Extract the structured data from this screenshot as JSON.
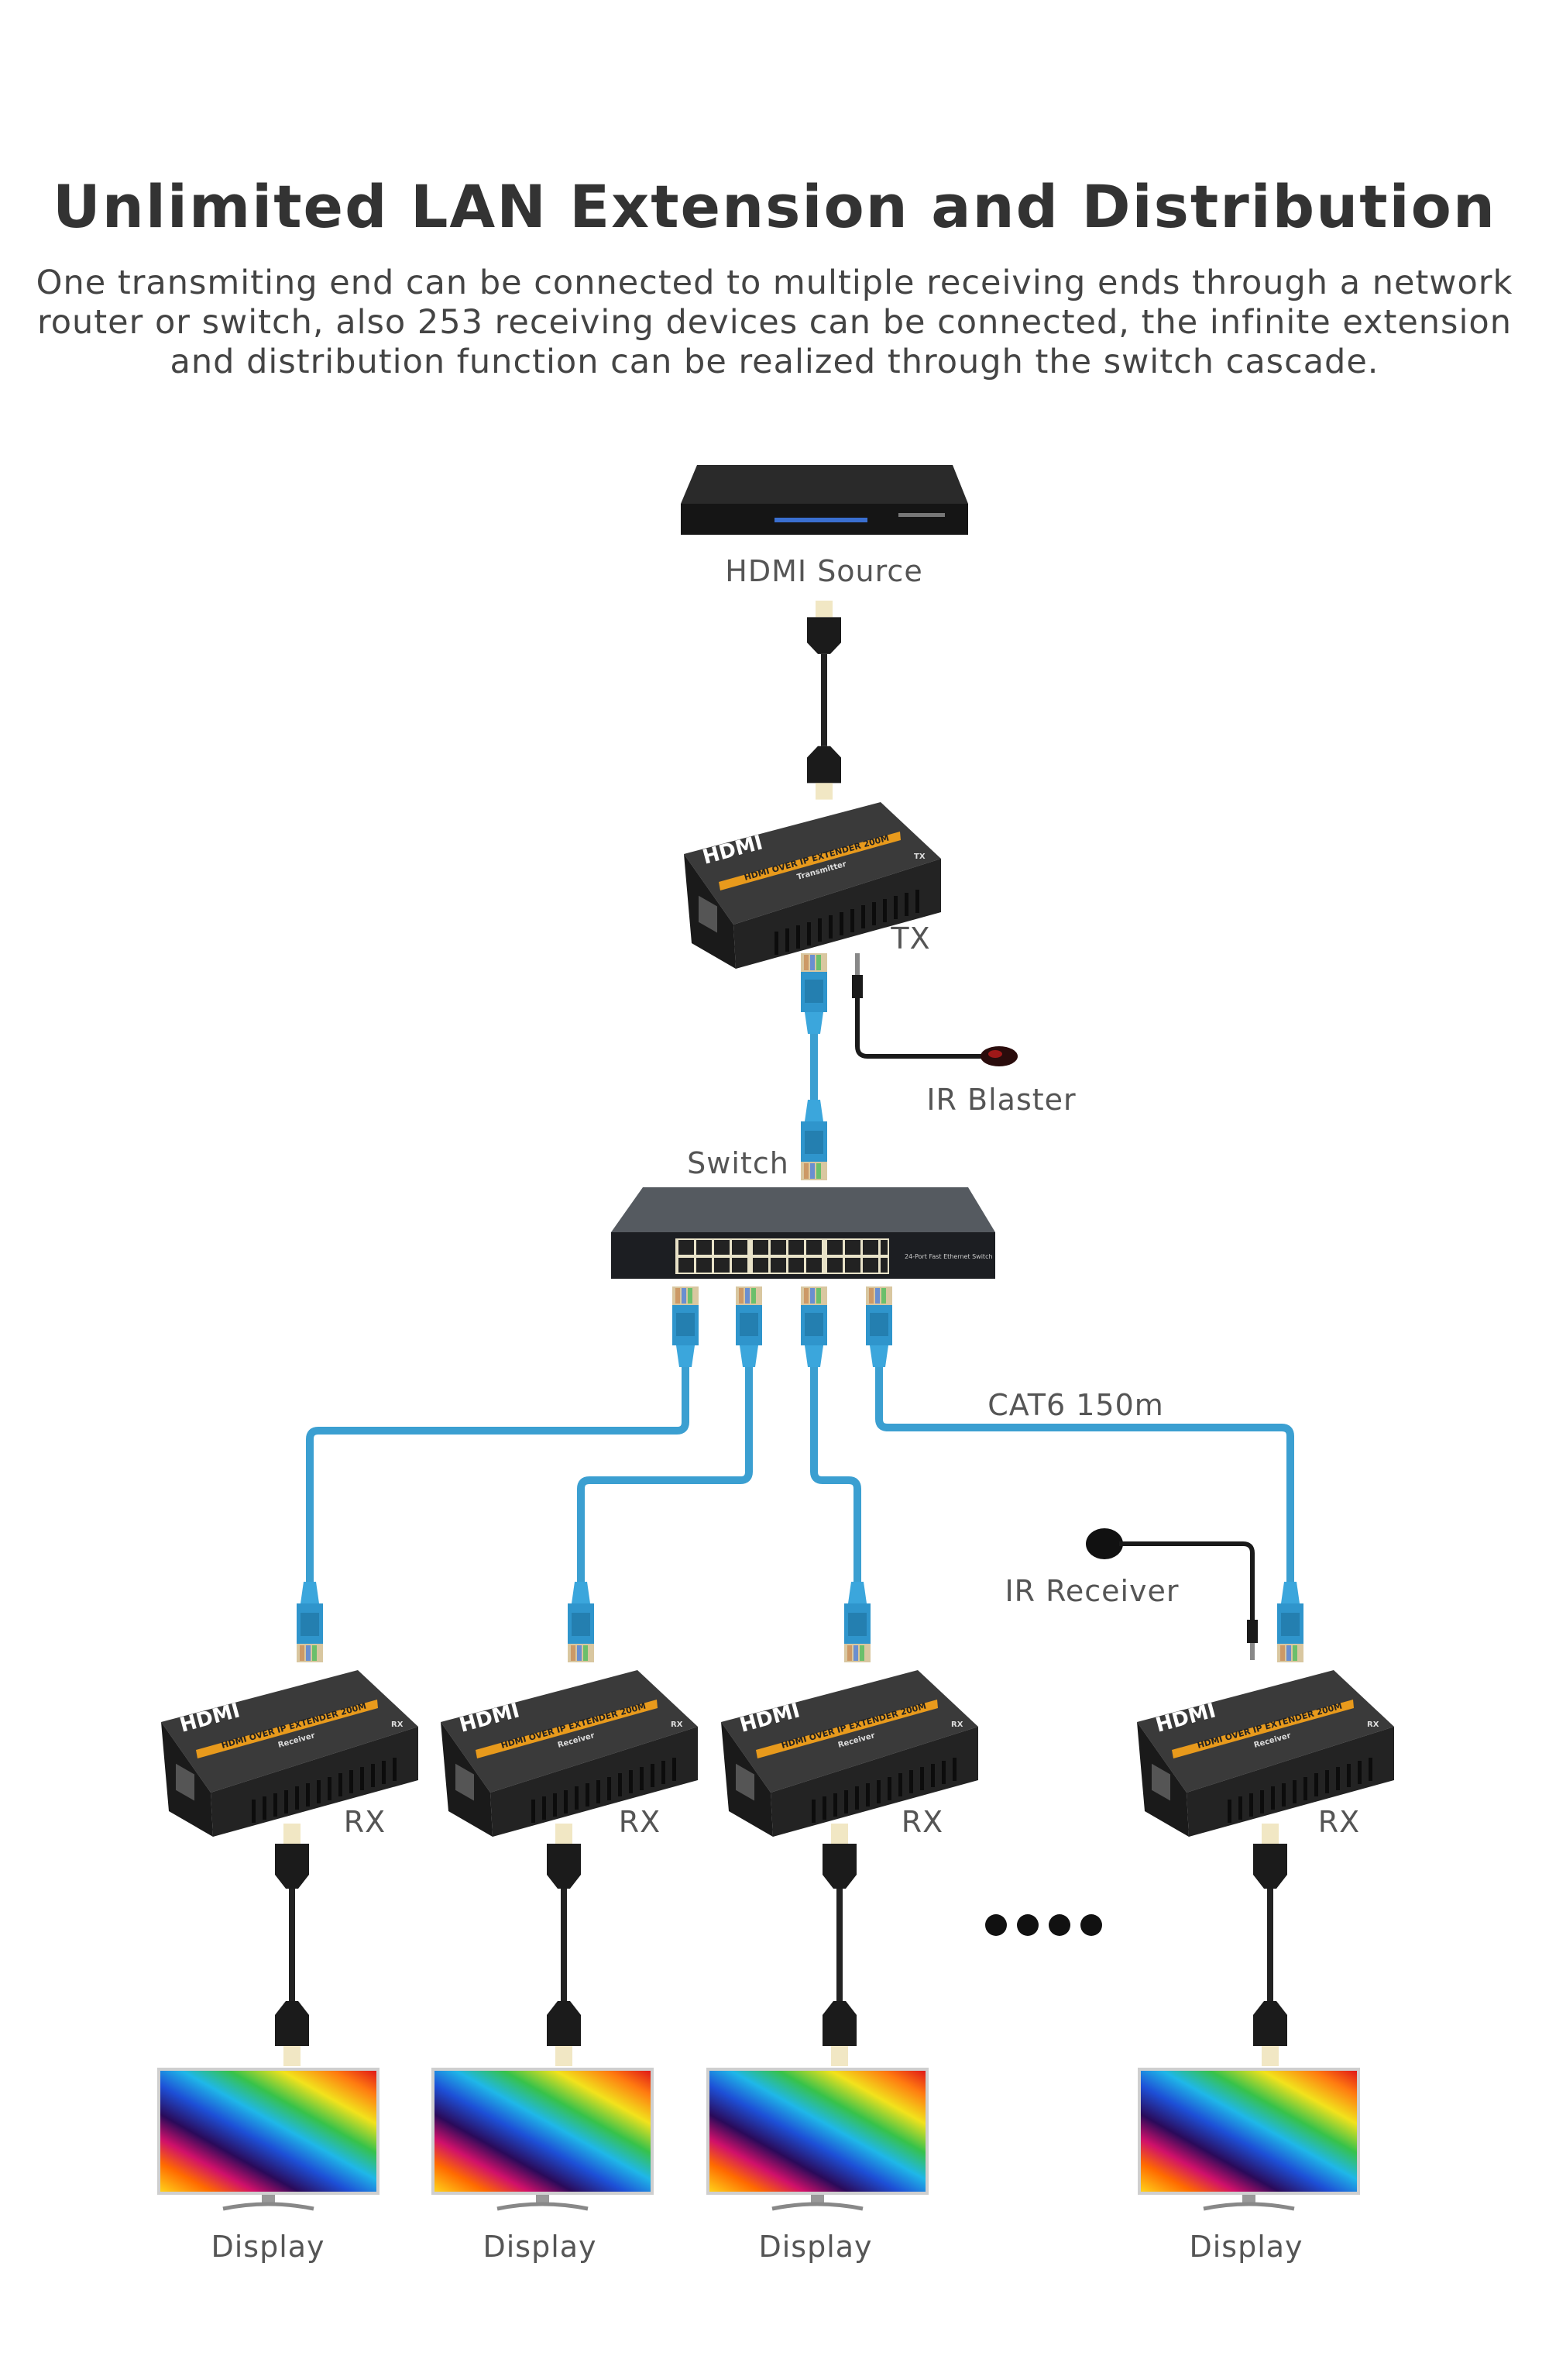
{
  "header": {
    "title": "Unlimited LAN Extension and Distribution",
    "description_lines": [
      "One transmiting end can be connected to multiple receiving ends through a network",
      "router or switch, also 253 receiving devices can be connected, the infinite extension",
      "and distribution function can be realized through the switch cascade."
    ]
  },
  "diagram": {
    "source_label": "HDMI Source",
    "tx_label": "TX",
    "ir_blaster_label": "IR Blaster",
    "switch_label": "Switch",
    "cable_label": "CAT6 150m",
    "ir_receiver_label": "IR Receiver",
    "rx_labels": [
      "RX",
      "RX",
      "RX",
      "RX"
    ],
    "display_labels": [
      "Display",
      "Display",
      "Display",
      "Display"
    ],
    "device_print": {
      "brand": "HDMI",
      "product": "HDMI OVER IP EXTENDER 200M",
      "tx_role": "Transmitter",
      "rx_role": "Receiver",
      "tx_mark": "TX",
      "rx_mark": "RX",
      "switch_model": "24-Port Fast Ethernet Switch"
    },
    "colors": {
      "network_cable": "#3b9fd1",
      "device_body": "#2b2b2b",
      "device_stripe": "#e89a1c",
      "hdmi_connector": "#f1e7c4"
    }
  }
}
